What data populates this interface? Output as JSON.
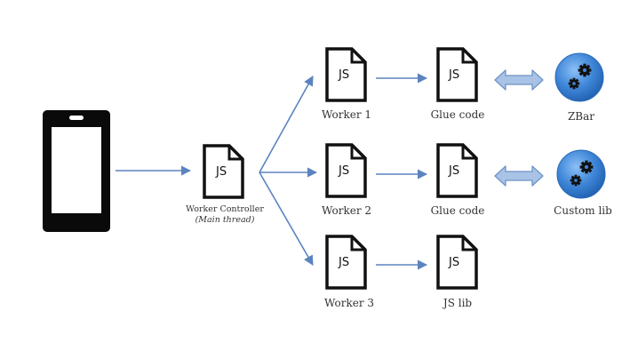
{
  "nodes": {
    "controller": {
      "icon_text": "JS",
      "label": "Worker Controller",
      "sublabel": "(Main thread)"
    },
    "worker1": {
      "icon_text": "JS",
      "label": "Worker 1"
    },
    "worker2": {
      "icon_text": "JS",
      "label": "Worker 2"
    },
    "worker3": {
      "icon_text": "JS",
      "label": "Worker 3"
    },
    "glue1": {
      "icon_text": "JS",
      "label": "Glue code"
    },
    "glue2": {
      "icon_text": "JS",
      "label": "Glue code"
    },
    "jslib": {
      "icon_text": "JS",
      "label": "JS lib"
    },
    "zbar": {
      "label": "ZBar",
      "icon": "gears-icon"
    },
    "customlib": {
      "label": "Custom lib",
      "icon": "gears-icon"
    },
    "phone": {
      "icon": "smartphone-icon"
    }
  },
  "colors": {
    "arrow": "#5b83c0",
    "double_arrow_fill": "#a9c3e6",
    "double_arrow_stroke": "#6d92c8",
    "gear_circle": "#3f86d8",
    "icon_stroke": "#111111"
  }
}
